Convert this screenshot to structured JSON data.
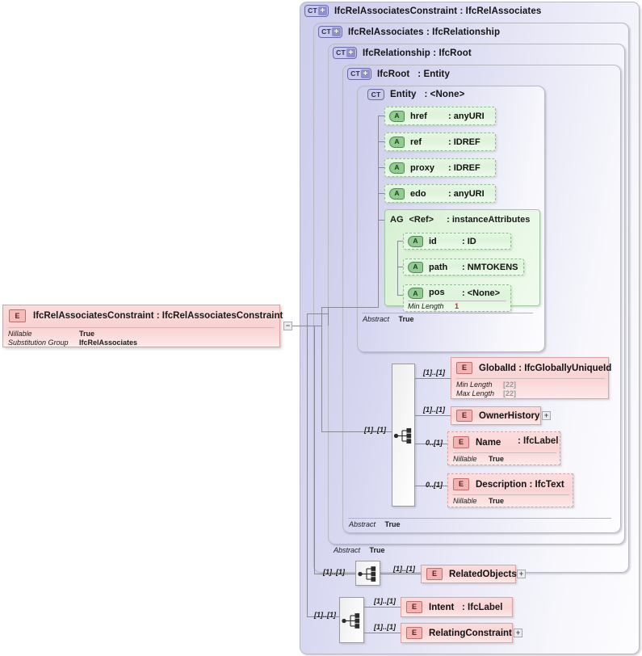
{
  "diagram": {
    "title": "IfcRelAssociatesConstraint XSD content model",
    "type": "xsd-schema-diagram"
  },
  "root_element": {
    "badge": "E",
    "name": "IfcRelAssociatesConstraint",
    "separator": ":",
    "type": "IfcRelAssociatesConstraint",
    "facets": [
      {
        "key": "Nillable",
        "value": "True"
      },
      {
        "key": "Substitution Group",
        "value": "IfcRelAssociates"
      }
    ],
    "collapse_toggle": "−"
  },
  "containers": [
    {
      "badge": "CT+",
      "name": "IfcRelAssociatesConstraint",
      "separator": ":",
      "type": "IfcRelAssociates",
      "abstract_key": "",
      "abstract_value": ""
    },
    {
      "badge": "CT+",
      "name": "IfcRelAssociates",
      "separator": ":",
      "type": "IfcRelationship",
      "abstract_key": "",
      "abstract_value": ""
    },
    {
      "badge": "CT+",
      "name": "IfcRelationship",
      "separator": ":",
      "type": "IfcRoot",
      "abstract_key": "Abstract",
      "abstract_value": "True"
    },
    {
      "badge": "CT+",
      "name": "IfcRoot",
      "separator": ":",
      "type": "Entity",
      "abstract_key": "Abstract",
      "abstract_value": "True"
    },
    {
      "badge": "CT",
      "name": "Entity",
      "separator": ":",
      "type": "<None>",
      "abstract_key": "Abstract",
      "abstract_value": "True"
    }
  ],
  "attributes": [
    {
      "badge": "A",
      "name": "href",
      "separator": ":",
      "type": "anyURI"
    },
    {
      "badge": "A",
      "name": "ref",
      "separator": ":",
      "type": "IDREF"
    },
    {
      "badge": "A",
      "name": "proxy",
      "separator": ":",
      "type": "IDREF"
    },
    {
      "badge": "A",
      "name": "edo",
      "separator": ":",
      "type": "anyURI"
    }
  ],
  "attribute_group": {
    "badge": "AG",
    "name": "<Ref>",
    "separator": ":",
    "type": "instanceAttributes",
    "attributes": [
      {
        "badge": "A",
        "name": "id",
        "separator": ":",
        "type": "ID",
        "facets": []
      },
      {
        "badge": "A",
        "name": "path",
        "separator": ":",
        "type": "NMTOKENS",
        "facets": []
      },
      {
        "badge": "A",
        "name": "pos",
        "separator": ":",
        "type": "<None>",
        "facets": [
          {
            "key": "Min Length",
            "value": "1",
            "style": "red"
          }
        ]
      }
    ]
  },
  "ifcroot_sequence": {
    "cardinality_in": "[1]..[1]",
    "members": [
      {
        "badge": "E",
        "name": "GlobalId",
        "separator": ":",
        "type": "IfcGloballyUniqueId",
        "cardinality": "[1]..[1]",
        "dashed": false,
        "expand": null,
        "facets": [
          {
            "key": "Min Length",
            "value": "[22]",
            "style": "gray"
          },
          {
            "key": "Max Length",
            "value": "[22]",
            "style": "gray"
          }
        ]
      },
      {
        "badge": "E",
        "name": "OwnerHistory",
        "separator": "",
        "type": "",
        "cardinality": "[1]..[1]",
        "dashed": false,
        "expand": "+",
        "facets": []
      },
      {
        "badge": "E",
        "name": "Name",
        "separator": ":",
        "type": "IfcLabel",
        "cardinality": "0..[1]",
        "dashed": true,
        "expand": null,
        "facets": [
          {
            "key": "Nillable",
            "value": "True",
            "style": ""
          }
        ]
      },
      {
        "badge": "E",
        "name": "Description",
        "separator": ":",
        "type": "IfcText",
        "cardinality": "0..[1]",
        "dashed": true,
        "expand": null,
        "facets": [
          {
            "key": "Nillable",
            "value": "True",
            "style": ""
          }
        ]
      }
    ]
  },
  "relationship_sequence": {
    "cardinality_in": "[1]..[1]",
    "members": [
      {
        "badge": "E",
        "name": "RelatedObjects",
        "separator": "",
        "type": "",
        "cardinality": "[1]..[1]",
        "dashed": false,
        "expand": "+",
        "facets": []
      }
    ]
  },
  "constraint_sequence": {
    "cardinality_in": "[1]..[1]",
    "members": [
      {
        "badge": "E",
        "name": "Intent",
        "separator": ":",
        "type": "IfcLabel",
        "cardinality": "[1]..[1]",
        "dashed": false,
        "expand": null,
        "facets": []
      },
      {
        "badge": "E",
        "name": "RelatingConstraint",
        "separator": "",
        "type": "",
        "cardinality": "[1]..[1]",
        "dashed": false,
        "expand": "+",
        "facets": []
      }
    ]
  },
  "colors": {
    "container_fill": "#d6d6f0",
    "attribute_fill": "#ddf3da",
    "element_fill": "#f9d3d3",
    "line": "#8a8a96",
    "facet_red": "#cc2222",
    "facet_gray": "#9a9a9a"
  }
}
